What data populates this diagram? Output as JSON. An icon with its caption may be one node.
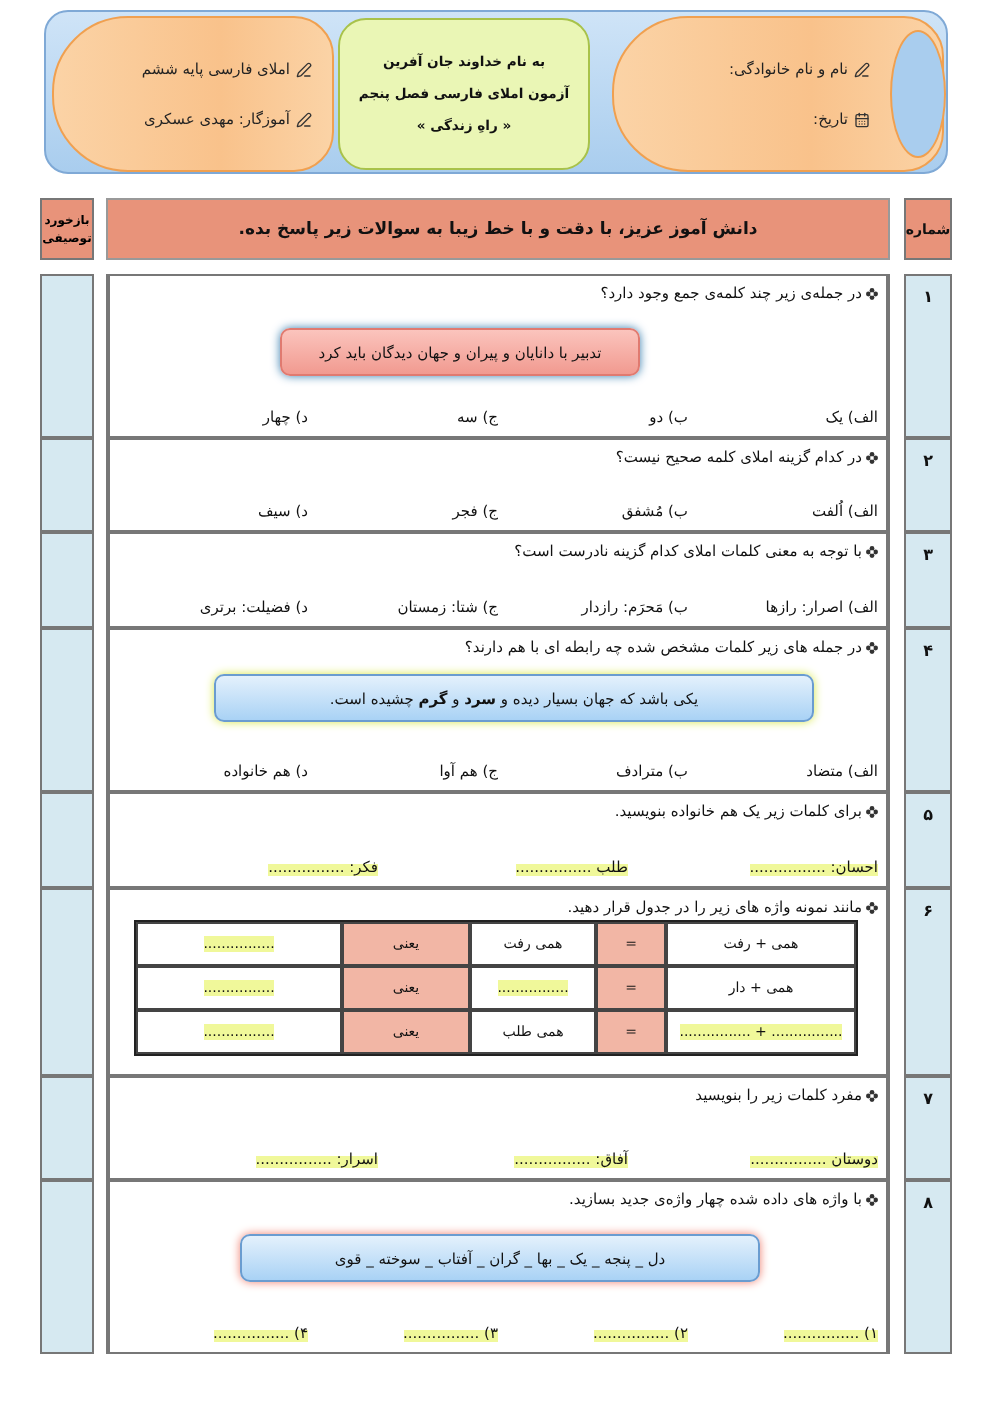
{
  "diagram": {
    "nodes": [
      {
        "text": [],
        "shape": "box"
      },
      {
        "text": [
          "نام و نام خانوادگی:",
          "تاریخ:"
        ],
        "in": 0
      },
      {
        "text": [
          "به نام خداوند جان آفرین",
          "آزمون املای فارسی فصل پنجم",
          "« راهِ زندگی »"
        ],
        "in": 0
      },
      {
        "text": [
          "املای فارسی پایه ششم",
          "آموزگار: مهدی عسکری"
        ],
        "in": 0
      },
      {
        "text": [
          "شماره"
        ]
      },
      {
        "text": [
          "دانش آموز عزیز، با دقت و با خط زیبا به سوالات زیر پاسخ بده."
        ]
      },
      {
        "text": [
          "بازخورد توصیفی"
        ]
      },
      {
        "text": [
          "۱"
        ]
      },
      {
        "text": [
          "در جمله‌ی زیر چند کلمه‌ی جمع وجود دارد؟",
          "الف) یک",
          "ب) دو",
          "ج) سه",
          "د) چهار"
        ]
      },
      {
        "text": [
          "تدبیر با دانایان و پیران و جهان دیدگان باید کرد"
        ],
        "in": 8
      },
      {
        "text": [],
        "shape": "box"
      },
      {
        "text": [
          "۲"
        ]
      },
      {
        "text": [
          "در کدام گزینه املای کلمه صحیح نیست؟",
          "الف) اُلفت",
          "ب) مُشفق",
          "ج) فجر",
          "د) سیف"
        ]
      },
      {
        "text": [],
        "shape": "box"
      },
      {
        "text": [
          "۳"
        ]
      },
      {
        "text": [
          "با توجه به معنی کلمات املای کدام گزینه نادرست است؟",
          "الف) اصرار: رازها",
          "ب) مَحرَم: رازدار",
          "ج) شتا: زمستان",
          "د) فضیلت: برتری"
        ]
      },
      {
        "text": [],
        "shape": "box"
      },
      {
        "text": [
          "۴"
        ]
      },
      {
        "text": [
          "در جمله های زیر کلمات مشخص شده چه رابطه ای با هم دارند؟",
          "الف) متضاد",
          "ب) مترادف",
          "ج) هم آوا",
          "د) هم خانواده"
        ]
      },
      {
        "text": [
          "یکی باشد که جهان بسیار دیده و **سرد** و **گرم** چشیده است."
        ],
        "in": 18
      },
      {
        "text": [],
        "shape": "box"
      },
      {
        "text": [
          "۵"
        ]
      },
      {
        "text": [
          "برای کلمات زیر یک هم خانواده بنویسید.",
          "احسان: ................",
          "طلب ................",
          "فکر: ................"
        ]
      },
      {
        "text": [],
        "shape": "box"
      },
      {
        "text": [
          "۶"
        ]
      },
      {
        "text": [
          "مانند نمونه واژه های زیر را در جدول قرار دهید."
        ]
      },
      {
        "text": [],
        "shape": "box"
      },
      {
        "text": [
          "۷"
        ]
      },
      {
        "text": [
          "مفرد کلمات زیر را بنویسید",
          "دوستان ................",
          "آفاق: ................",
          "اسرار: ................"
        ]
      },
      {
        "text": [],
        "shape": "box"
      },
      {
        "text": [
          "۸"
        ]
      },
      {
        "text": [
          "با واژه های داده شده چهار واژه‌ی جدید بسازید.",
          "۱) ................",
          "۲) ................",
          "۳) ................",
          "۴) ................"
        ]
      },
      {
        "text": [
          "دل _ پنجه _ یک _ بها _ گران _ آفتاب _ سوخته _ قوی"
        ],
        "in": 31
      },
      {
        "text": [],
        "shape": "box"
      }
    ],
    "labels": [
      "همی + رفت",
      "=",
      "همی رفت",
      "یعنی",
      "................",
      "همی + دار",
      "=",
      "................",
      "یعنی",
      "................",
      "................ + ................",
      "=",
      "همی طلب",
      "یعنی",
      "................"
    ]
  }
}
